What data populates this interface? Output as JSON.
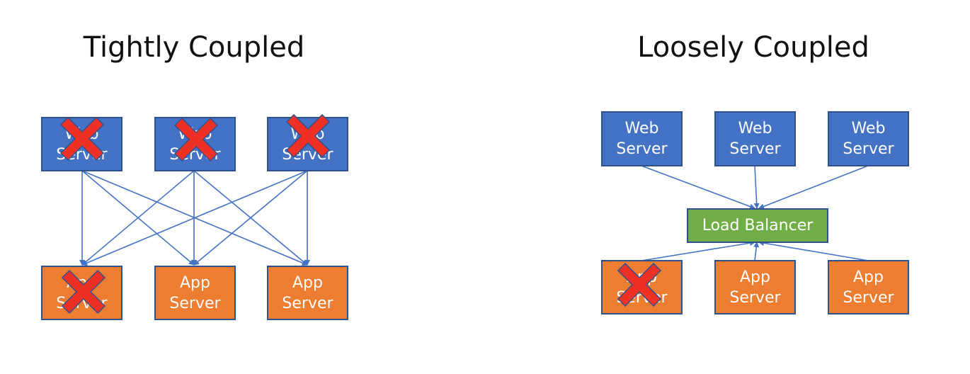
{
  "left": {
    "title": "Tightly Coupled",
    "web_servers": [
      {
        "line1": "Web",
        "line2": "Server",
        "failed": true
      },
      {
        "line1": "Web",
        "line2": "Server",
        "failed": true
      },
      {
        "line1": "Web",
        "line2": "Server",
        "failed": true
      }
    ],
    "app_servers": [
      {
        "line1": "App",
        "line2": "Server",
        "failed": true
      },
      {
        "line1": "App",
        "line2": "Server",
        "failed": false
      },
      {
        "line1": "App",
        "line2": "Server",
        "failed": false
      }
    ]
  },
  "right": {
    "title": "Loosely Coupled",
    "web_servers": [
      {
        "line1": "Web",
        "line2": "Server",
        "failed": false
      },
      {
        "line1": "Web",
        "line2": "Server",
        "failed": false
      },
      {
        "line1": "Web",
        "line2": "Server",
        "failed": false
      }
    ],
    "load_balancer": "Load Balancer",
    "app_servers": [
      {
        "line1": "App",
        "line2": "Server",
        "failed": true
      },
      {
        "line1": "App",
        "line2": "Server",
        "failed": false
      },
      {
        "line1": "App",
        "line2": "Server",
        "failed": false
      }
    ]
  },
  "colors": {
    "web": "#4472c4",
    "app": "#ed7d31",
    "load_balancer": "#70ad47",
    "connector": "#4472c4",
    "failure_mark": "#ee3124"
  }
}
